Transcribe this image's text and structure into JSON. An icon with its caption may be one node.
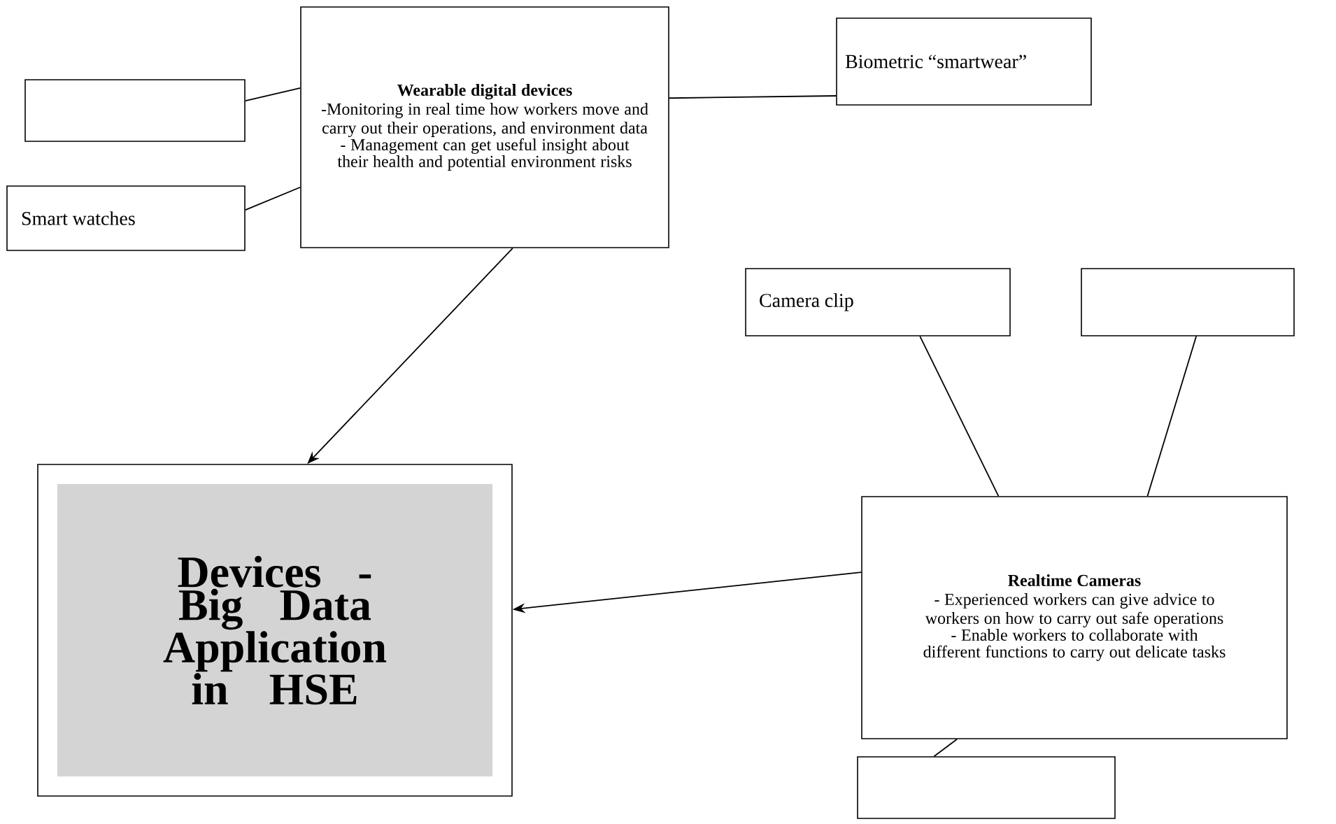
{
  "diagram": {
    "nodes": [
      {
        "text": [
          "Wearable digital devices",
          "-Monitoring in real time how workers move and carry out their operations, and environment data",
          "- Management can get useful insight about their health and potential environment risks"
        ]
      },
      {
        "text": [],
        "shape": "box"
      },
      {
        "text": [
          "Smart watches"
        ]
      },
      {
        "text": [
          "Biometric “smartwear”"
        ]
      },
      {
        "text": [
          "Devices - Big Data Application in HSE"
        ]
      },
      {
        "text": [
          "Camera clip"
        ]
      },
      {
        "text": [],
        "shape": "box"
      },
      {
        "text": [
          "Realtime Cameras",
          "- Experienced workers can give advice to workers on how to carry out safe operations",
          "- Enable workers to collaborate with different functions to carry out delicate tasks"
        ]
      },
      {
        "text": [],
        "shape": "box"
      }
    ],
    "edges": [
      {
        "from": 1,
        "to": 0,
        "arrow": "none"
      },
      {
        "from": 2,
        "to": 0,
        "arrow": "none"
      },
      {
        "from": 3,
        "to": 0,
        "arrow": "none"
      },
      {
        "from": 0,
        "to": 4,
        "arrow": "to"
      },
      {
        "from": 7,
        "to": 4,
        "arrow": "to"
      },
      {
        "from": 5,
        "to": 7,
        "arrow": "none"
      },
      {
        "from": 6,
        "to": 7,
        "arrow": "none"
      },
      {
        "from": 8,
        "to": 7,
        "arrow": "none"
      }
    ]
  }
}
